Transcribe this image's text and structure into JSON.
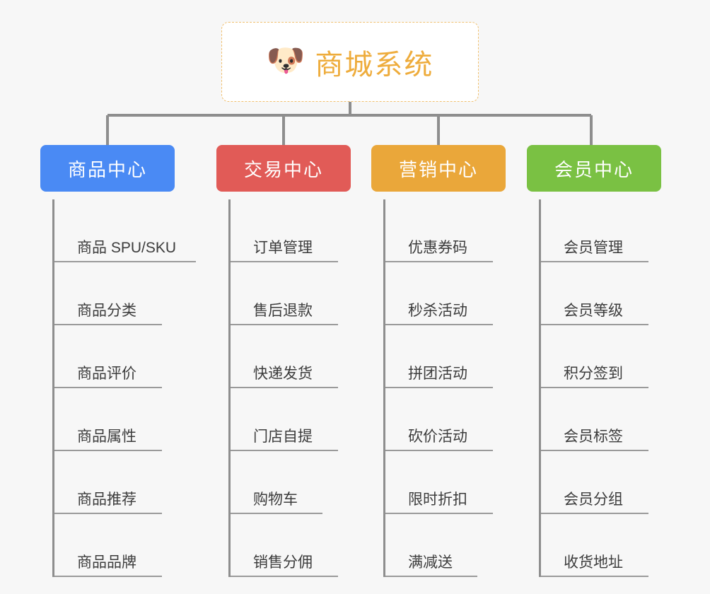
{
  "background_color": "#f7f7f7",
  "root": {
    "icon": "dog-face-icon",
    "icon_glyph": "🐶",
    "title": "商城系统",
    "title_color": "#eeac3c",
    "border_color": "#f0c070"
  },
  "connector_color": "#8e8e8e",
  "columns": [
    {
      "id": "product-center",
      "title": "商品中心",
      "color": "#4a8af4",
      "items": [
        {
          "label": "商品 SPU/SKU",
          "line_width": 200
        },
        {
          "label": "商品分类",
          "line_width": 152
        },
        {
          "label": "商品评价",
          "line_width": 152
        },
        {
          "label": "商品属性",
          "line_width": 152
        },
        {
          "label": "商品推荐",
          "line_width": 152
        },
        {
          "label": "商品品牌",
          "line_width": 152
        }
      ]
    },
    {
      "id": "trade-center",
      "title": "交易中心",
      "color": "#e15b57",
      "items": [
        {
          "label": "订单管理",
          "line_width": 152
        },
        {
          "label": "售后退款",
          "line_width": 152
        },
        {
          "label": "快递发货",
          "line_width": 152
        },
        {
          "label": "门店自提",
          "line_width": 152
        },
        {
          "label": "购物车",
          "line_width": 130
        },
        {
          "label": "销售分佣",
          "line_width": 152
        }
      ]
    },
    {
      "id": "marketing-center",
      "title": "营销中心",
      "color": "#eaa73a",
      "items": [
        {
          "label": "优惠券码",
          "line_width": 152
        },
        {
          "label": "秒杀活动",
          "line_width": 152
        },
        {
          "label": "拼团活动",
          "line_width": 152
        },
        {
          "label": "砍价活动",
          "line_width": 152
        },
        {
          "label": "限时折扣",
          "line_width": 152
        },
        {
          "label": "满减送",
          "line_width": 130
        }
      ]
    },
    {
      "id": "member-center",
      "title": "会员中心",
      "color": "#7ac143",
      "items": [
        {
          "label": "会员管理",
          "line_width": 152
        },
        {
          "label": "会员等级",
          "line_width": 152
        },
        {
          "label": "积分签到",
          "line_width": 152
        },
        {
          "label": "会员标签",
          "line_width": 152
        },
        {
          "label": "会员分组",
          "line_width": 152
        },
        {
          "label": "收货地址",
          "line_width": 152
        }
      ]
    }
  ]
}
